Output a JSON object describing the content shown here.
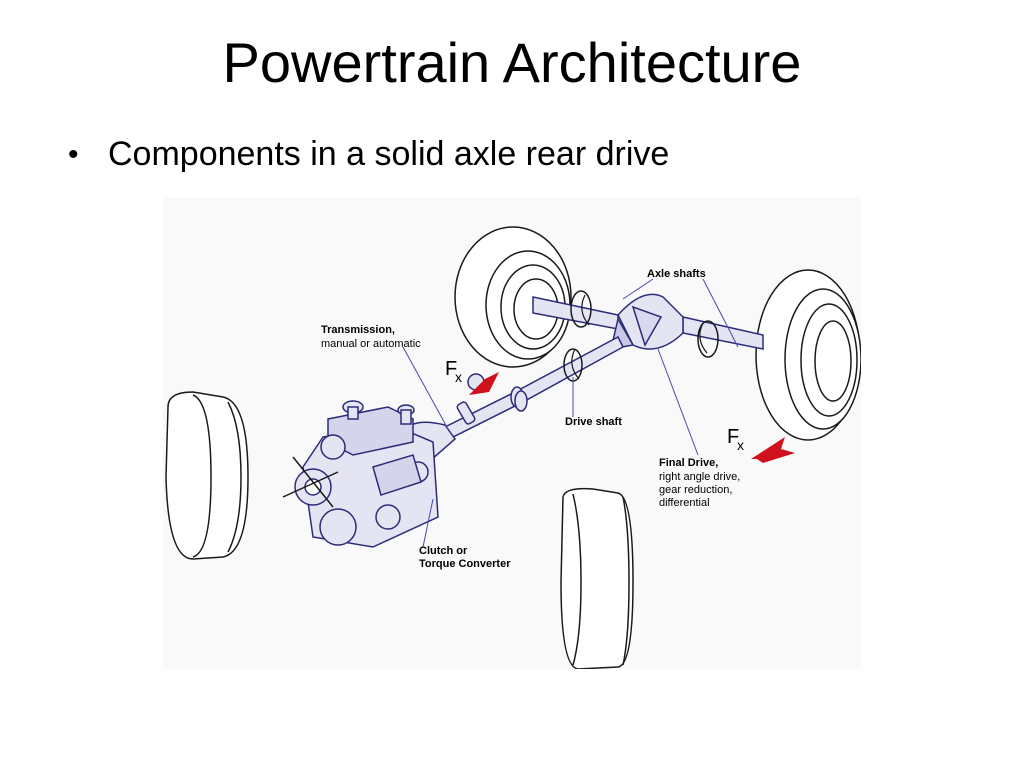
{
  "slide": {
    "title": "Powertrain Architecture",
    "bullet": "Components in a solid axle rear drive"
  },
  "diagram": {
    "labels": {
      "axle_shafts": "Axle shafts",
      "transmission_title": "Transmission,",
      "transmission_sub": "manual or automatic",
      "drive_shaft": "Drive shaft",
      "final_drive_title": "Final Drive,",
      "final_drive_line1": "right angle drive,",
      "final_drive_line2": "gear reduction,",
      "final_drive_line3": "differential",
      "clutch_line1": "Clutch or",
      "clutch_line2": "Torque Converter",
      "force_symbol": "F",
      "force_subscript": "x"
    },
    "colors": {
      "line": "#1a1a1a",
      "component_fill": "#e4e4f2",
      "component_stroke": "#2c2c7a",
      "leader": "#4a4ab0",
      "force_arrow": "#d0101a"
    }
  }
}
